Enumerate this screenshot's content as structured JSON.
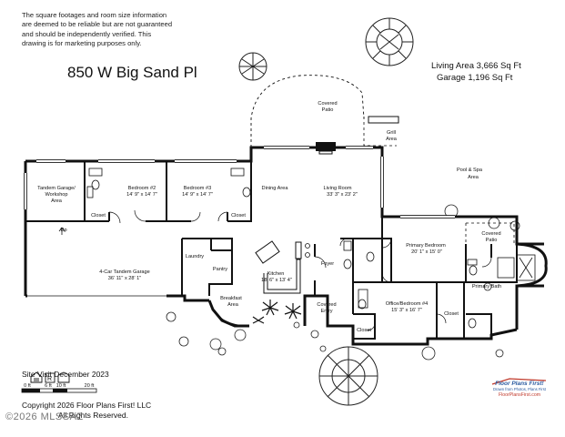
{
  "disclaimer": {
    "line1": "The square footages and room size information",
    "line2": "are deemed to be reliable but are not guaranteed",
    "line3": "and should be independently verified. This",
    "line4": "drawing is for marketing purposes only."
  },
  "address": "850 W Big Sand Pl",
  "area_summary": {
    "living": "Living Area 3,666 Sq Ft",
    "garage": "Garage 1,196 Sq Ft"
  },
  "rooms": {
    "covered_patio_top": {
      "name": "Covered",
      "name2": "Patio"
    },
    "grill_area": {
      "name": "Grill",
      "name2": "Area"
    },
    "pool_spa": {
      "name": "Pool & Spa",
      "name2": "Area"
    },
    "tandem_workshop": {
      "name": "Tandem Garage/",
      "name2": "Workshop",
      "name3": "Area"
    },
    "bedroom2": {
      "name": "Bedroom #2",
      "size": "14' 9\" x 14' 7\""
    },
    "bedroom3": {
      "name": "Bedroom #3",
      "size": "14' 9\" x 14' 7\""
    },
    "closet_b2": {
      "name": "Closet"
    },
    "closet_b3": {
      "name": "Closet"
    },
    "dining": {
      "name": "Dining Area"
    },
    "living": {
      "name": "Living Room",
      "size": "33' 3\" x 23' 2\""
    },
    "up_label": "Up",
    "laundry": {
      "name": "Laundry"
    },
    "pantry": {
      "name": "Pantry"
    },
    "garage": {
      "name": "4-Car Tandem Garage",
      "size": "36' 11\" x 28' 1\""
    },
    "kitchen": {
      "name": "Kitchen",
      "size": "18' 6\" x 13' 4\""
    },
    "foyer": {
      "name": "Foyer"
    },
    "primary_bedroom": {
      "name": "Primary Bedroom",
      "size": "20' 1\" x 15' 0\""
    },
    "covered_patio_right": {
      "name": "Covered",
      "name2": "Patio"
    },
    "primary_bath": {
      "name": "Primary Bath"
    },
    "breakfast": {
      "name": "Breakfast",
      "name2": "Area"
    },
    "covered_entry": {
      "name": "Covered",
      "name2": "Entry"
    },
    "office": {
      "name": "Office/Bedroom #4",
      "size": "15' 3\" x 16' 7\""
    },
    "closet_office": {
      "name": "Closet"
    },
    "closet_primary": {
      "name": "Closet"
    }
  },
  "site_visit": "Site Visit December 2023",
  "scale": {
    "t0": "0 ft",
    "t1": "6 ft",
    "t2": "10 ft",
    "t3": "20 ft"
  },
  "copyright": {
    "line1": "Copyright 2026 Floor Plans First! LLC",
    "line2": "All Rights Reserved."
  },
  "watermark": "©2026 MLSSAZ",
  "brand": {
    "name": "Floor Plans First!",
    "tagline": "Drawn from Photos, Plans First",
    "url": "FloorPlansFirst.com"
  }
}
